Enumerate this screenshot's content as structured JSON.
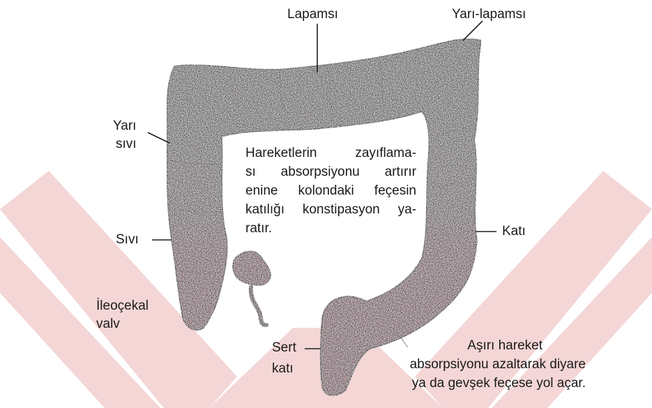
{
  "labels": {
    "top": "Lapamsı",
    "top_right": "Yarı-lapamsı",
    "left_upper_line1": "Yarı",
    "left_upper_line2": "sıvı",
    "left_middle": "Sıvı",
    "valve_line1": "İleoçekal",
    "valve_line2": "valv",
    "right_middle": "Katı",
    "bottom_line1": "Sert",
    "bottom_line2": "katı"
  },
  "description_center": [
    "Hareketlerin zayıflama-",
    "sı absorpsiyonu artırır",
    "enine kolondaki feçesin",
    "katılığı konstipasyon ya-",
    "ratır."
  ],
  "description_bottom": [
    "Aşırı hareket",
    "absorpsiyonu azaltarak diyare",
    "ya da gevşek feçese yol açar."
  ],
  "colors": {
    "watermark": "#f4d6d6",
    "colon_upper": "#5c5656",
    "colon_lower": "#6b4c52",
    "stroke": "#2a2a2a"
  }
}
